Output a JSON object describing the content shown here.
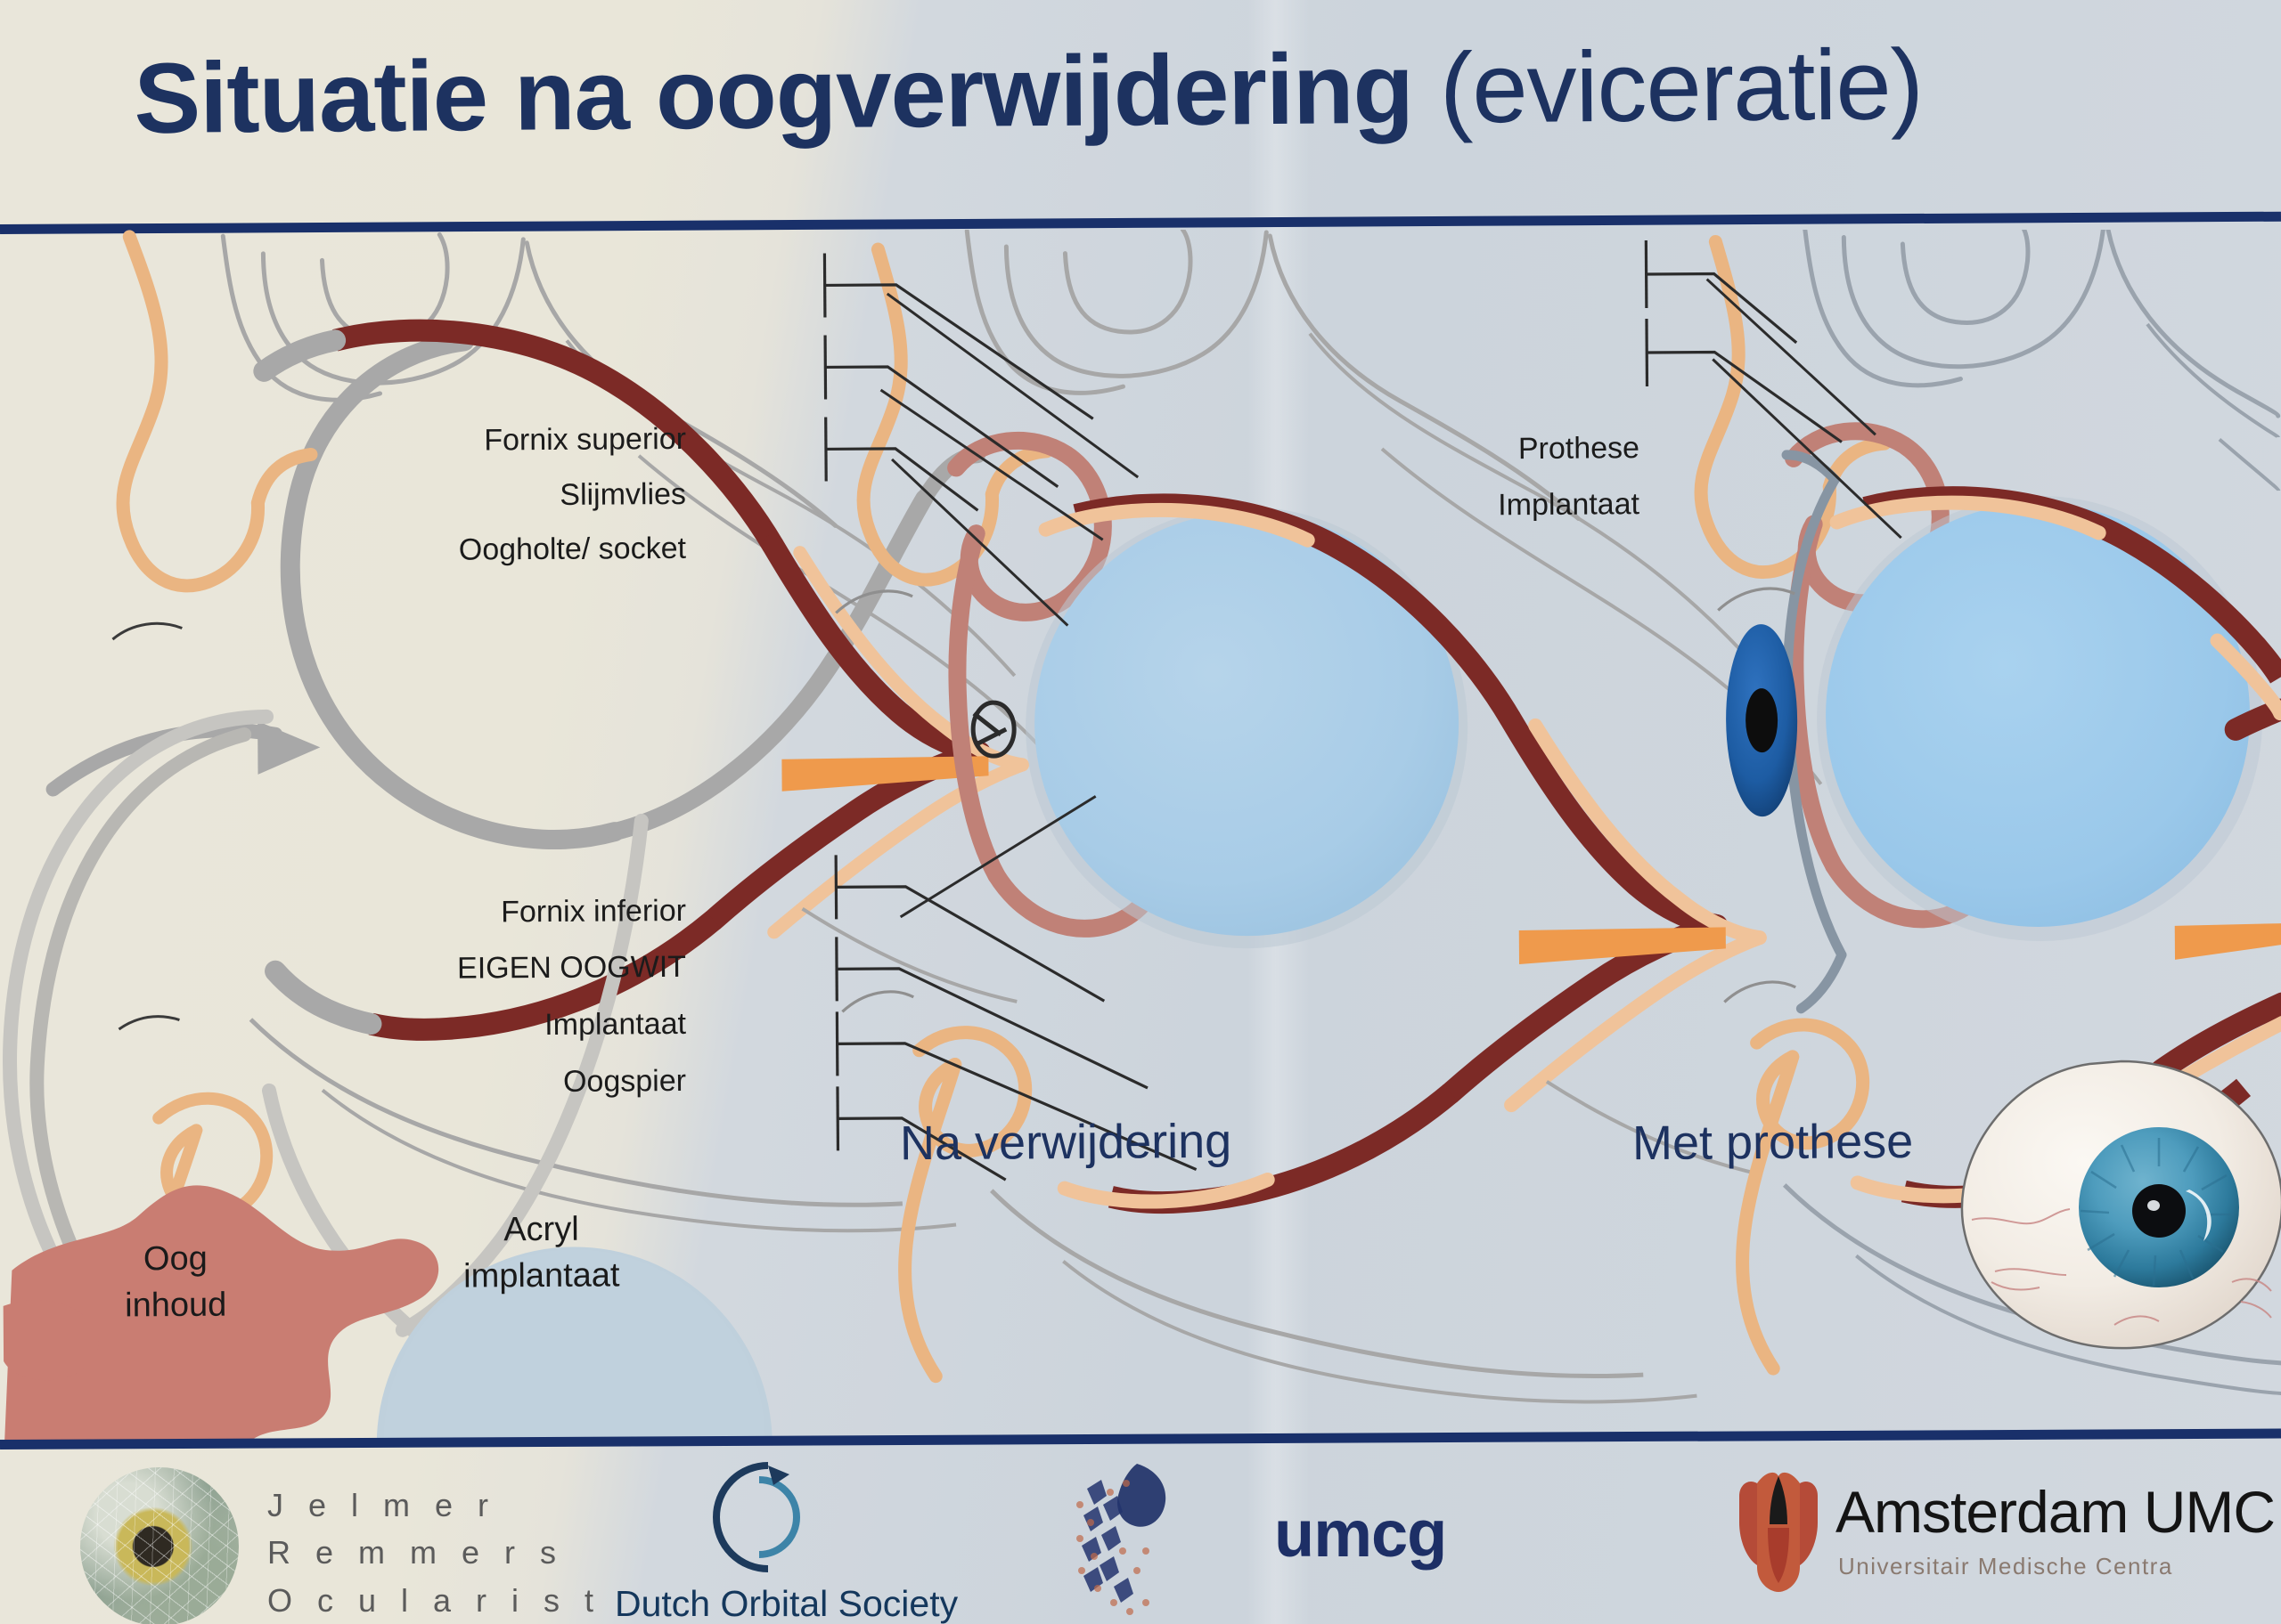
{
  "header": {
    "title_main": "Situatie na oogverwijdering",
    "title_paren": " (eviceratie)",
    "rule_color": "#19306a",
    "title_color": "#1d3260"
  },
  "captions": {
    "middle": "Na verwijdering",
    "right": "Met prothese"
  },
  "labels_upper_left": [
    {
      "text": "Fornix superior"
    },
    {
      "text": "Slijmvlies"
    },
    {
      "text": "Oogholte/ socket"
    }
  ],
  "labels_lower_left": [
    {
      "text": "Fornix inferior"
    },
    {
      "text": "EIGEN OOGWIT"
    },
    {
      "text": "Implantaat"
    },
    {
      "text": "Oogspier"
    }
  ],
  "labels_right": [
    {
      "text": "Prothese"
    },
    {
      "text": "Implantaat"
    }
  ],
  "blobs": {
    "eye_contents_line1": "Oog",
    "eye_contents_line2": "inhoud",
    "acryl_line1": "Acryl",
    "acryl_line2": "implantaat"
  },
  "footer": {
    "jelmer": {
      "line1": "J e l m e r",
      "line2": "R e m m e r s",
      "line3": "O c u l a r i s t"
    },
    "dutch_orbital_society": "Dutch Orbital Society",
    "umcg": "umcg",
    "amsterdam_umc": "Amsterdam UMC",
    "amsterdam_umc_sub": "Universitair Medische Centra"
  },
  "colors": {
    "navy": "#19306a",
    "title_navy": "#1d3260",
    "sclera_dark_red": "#7c2a26",
    "mucosa_pink": "#c08177",
    "skin_orange": "#e8a86b",
    "pale_orange": "#f0c39a",
    "implant_blue": "#a9cde7",
    "iris_blue": "#1f5b9e",
    "tissue_gray": "#9a9a9a",
    "eye_contents_red": "#c97d72",
    "muscle_orange": "#ef9a4c",
    "bg_left": "#e9e6da",
    "bg_right": "#ccd4dc"
  },
  "chart_data": {
    "type": "diagram",
    "title": "Situatie na oogverwijdering (eviceratie)",
    "panels": [
      {
        "name": "empty-socket",
        "caption": "",
        "description": "Cross-section of orbit with eye contents being removed; gray arrows point to eye contents blob and acrylic implant"
      },
      {
        "name": "after-removal",
        "caption": "Na verwijdering",
        "description": "Orbit cross-section with acrylic implant inside own sclera and mucosa"
      },
      {
        "name": "with-prosthesis",
        "caption": "Met prothese",
        "description": "Orbit cross-section with implant plus ocular prosthesis shell bearing a blue iris"
      }
    ]
  }
}
